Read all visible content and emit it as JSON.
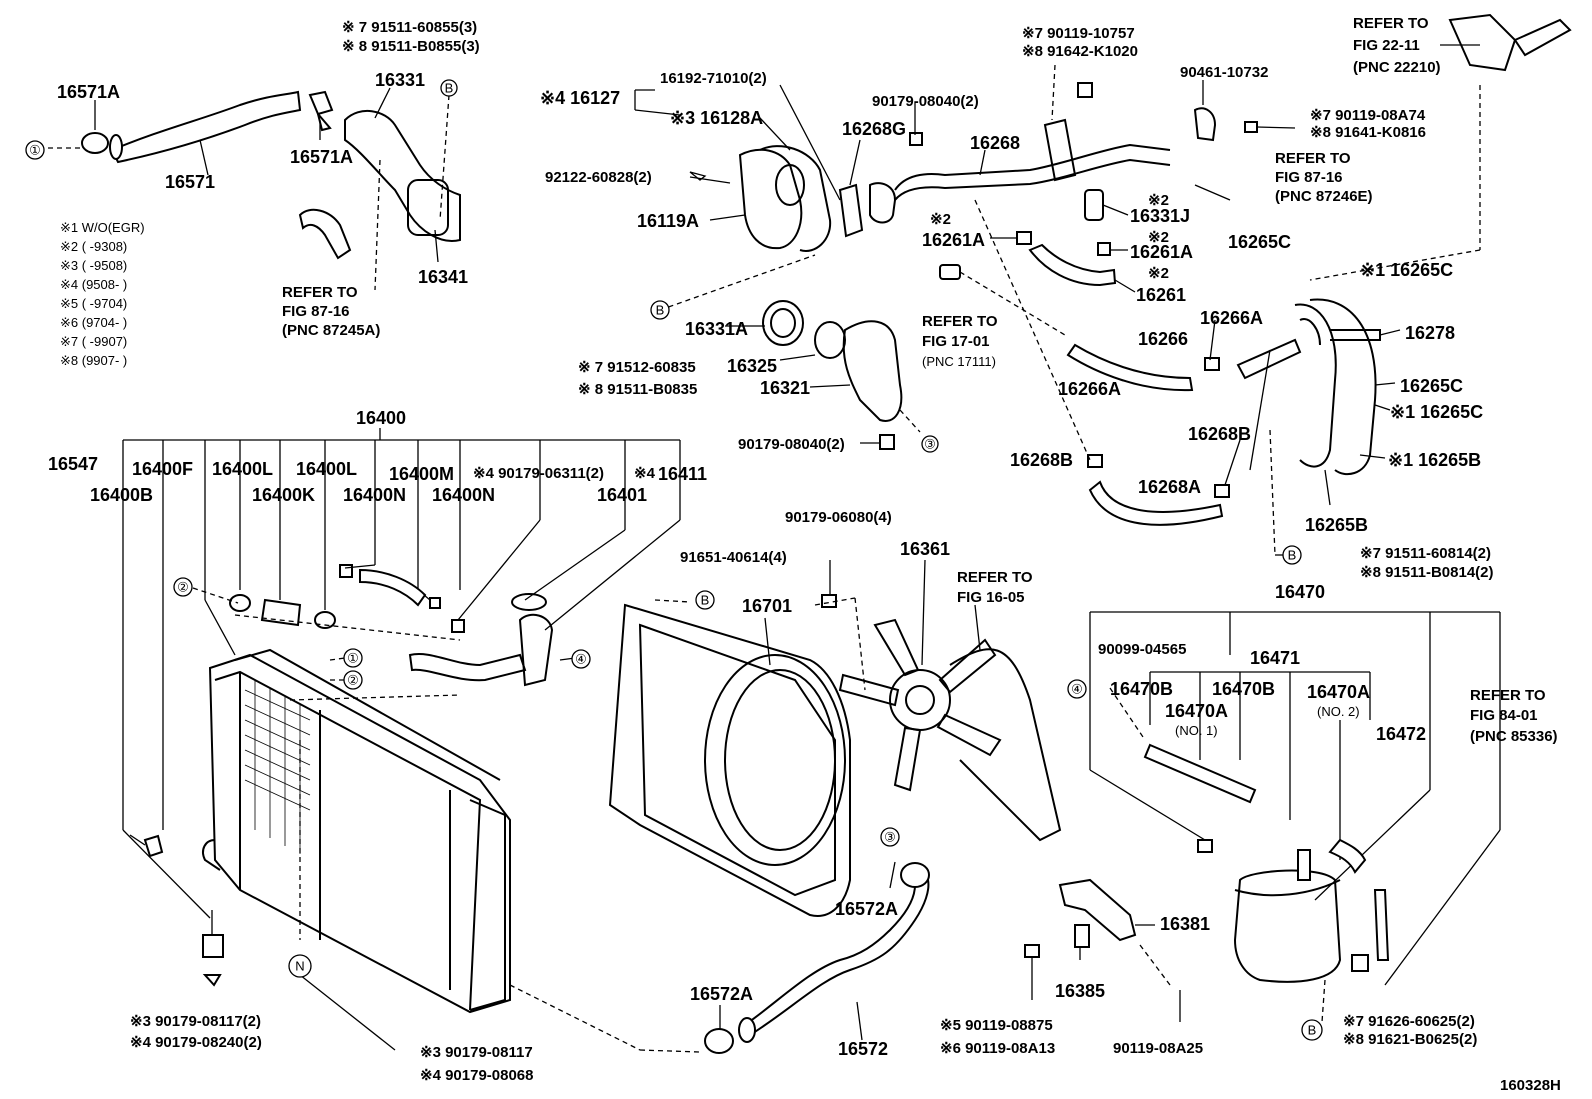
{
  "figure_id": "160328H",
  "refer": {
    "fig_22_11": "REFER TO",
    "fig_22_11_b": "FIG 22-11",
    "fig_22_11_c": "(PNC 22210)",
    "fig_87_16a": "REFER TO",
    "fig_87_16a_b": "FIG 87-16",
    "fig_87_16a_c": "(PNC 87246E)",
    "fig_87_16b": "REFER TO",
    "fig_87_16b_b": "FIG 87-16",
    "fig_87_16b_c": "(PNC 87245A)",
    "fig_17_01": "REFER TO",
    "fig_17_01_b": "FIG 17-01",
    "fig_17_01_c": "(PNC 17111)",
    "fig_16_05": "REFER TO",
    "fig_16_05_b": "FIG 16-05",
    "fig_84_01": "REFER TO",
    "fig_84_01_b": "FIG 84-01",
    "fig_84_01_c": "(PNC 85336)"
  },
  "notes": [
    "※1 W/O(EGR)",
    "※2 (      -9308)",
    "※3 (      -9508)",
    "※4 (9508-      )",
    "※5 (      -9704)",
    "※6 (9704-      )",
    "※7 (      -9907)",
    "※8 (9907-      )"
  ],
  "parts": {
    "p16571A_a": "16571A",
    "p16571": "16571",
    "p16571A_b": "16571A",
    "p16331": "16331",
    "p16341": "16341",
    "p7_91511_60855": "※ 7  91511-60855(3)",
    "p8_91511_B0855": "※ 8  91511-B0855(3)",
    "p16127": "※4 16127",
    "p16192": "16192-71010(2)",
    "p16128A": "※3 16128A",
    "p92122": "92122-60828(2)",
    "p16119A": "16119A",
    "p90179_08040_a": "90179-08040(2)",
    "p16268G": "16268G",
    "p16268": "16268",
    "p7_90119_10757": "※7 90119-10757",
    "p8_91642_K1020": "※8 91642-K1020",
    "p90461": "90461-10732",
    "p7_90119_08A74": "※7 90119-08A74",
    "p8_91641_K0816": "※8 91641-K0816",
    "p16331J": "16331J",
    "p16261A_a": "16261A",
    "p16261A_b": "16261A",
    "p16261": "16261",
    "x2a": "※2",
    "x2b": "※2",
    "x2c": "※2",
    "x2d": "※2",
    "p16265C_a": "16265C",
    "p16265C_b": "※1 16265C",
    "p16278": "16278",
    "p16331A": "16331A",
    "p16325": "16325",
    "p16321": "16321",
    "p7_91512_60835": "※ 7  91512-60835",
    "p8_91511_B0835": "※ 8  91511-B0835",
    "p90179_08040_b": "90179-08040(2)",
    "p16266": "16266",
    "p16266A_a": "16266A",
    "p16266A_b": "16266A",
    "p16265C_c": "16265C",
    "p16265C_d": "※1 16265C",
    "p16268B_a": "16268B",
    "p16268B_b": "16268B",
    "p16268A": "16268A",
    "p16265B_a": "※1 16265B",
    "p16265B_b": "16265B",
    "p7_91511_60814": "※7 91511-60814(2)",
    "p8_91511_B0814": "※8 91511-B0814(2)",
    "p16400": "16400",
    "p16547": "16547",
    "p16400F": "16400F",
    "p16400B": "16400B",
    "p16400L_a": "16400L",
    "p16400L_b": "16400L",
    "p16400K": "16400K",
    "p16400N_a": "16400N",
    "p16400N_b": "16400N",
    "p16400M": "16400M",
    "p4_90179_06311": "※4 90179-06311(2)",
    "x4": "※4",
    "p16411": "16411",
    "p16401": "16401",
    "p90179_06080": "90179-06080(4)",
    "p91651": "91651-40614(4)",
    "p16361": "16361",
    "p16701": "16701",
    "p16470": "16470",
    "p90099": "90099-04565",
    "p16471": "16471",
    "p16470B_a": "16470B",
    "p16470B_b": "16470B",
    "p16470A_a": "16470A",
    "p16470A_a_sub": "(NO. 1)",
    "p16470A_b": "16470A",
    "p16470A_b_sub": "(NO. 2)",
    "p16472": "16472",
    "p16572A_a": "16572A",
    "p16572A_b": "16572A",
    "p16572": "16572",
    "p16381": "16381",
    "p16385": "16385",
    "p5_90119_08875": "※5 90119-08875",
    "p6_90119_08A13": "※6 90119-08A13",
    "p90119_08A25": "90119-08A25",
    "p7_91626": "※7 91626-60625(2)",
    "p8_91621": "※8 91621-B0625(2)",
    "p3_90179_08117_2": "※3 90179-08117(2)",
    "p4_90179_08240": "※4 90179-08240(2)",
    "p3_90179_08117": "※3  90179-08117",
    "p4_90179_08068": "※4  90179-08068"
  },
  "symbols": {
    "one": "①",
    "two": "②",
    "three": "③",
    "four": "④",
    "B": "B",
    "N": "N"
  }
}
